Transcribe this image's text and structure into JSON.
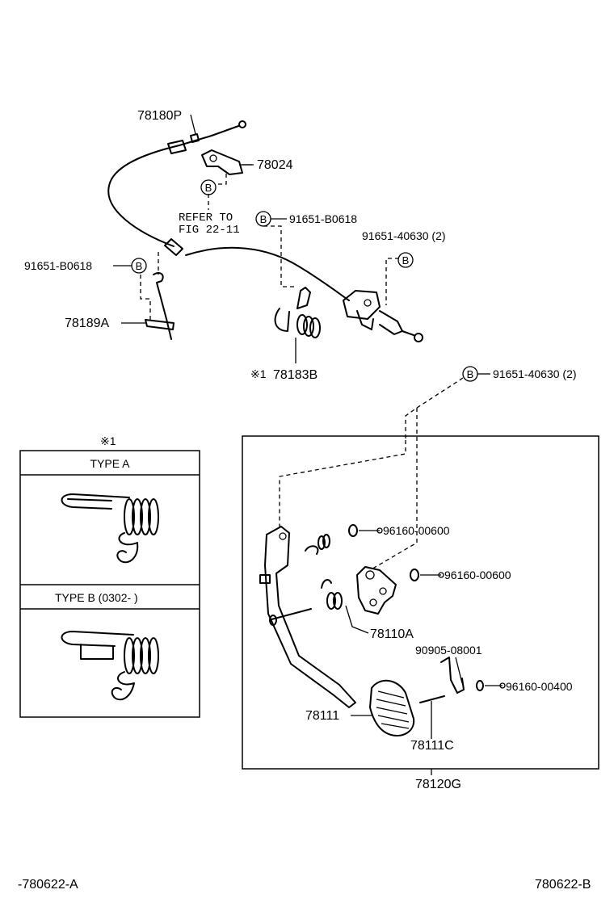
{
  "labels": {
    "cable": "78180P",
    "bracket": "78024",
    "refer_line1": "REFER TO",
    "refer_line2": "FIG 22-11",
    "clip_left": "91651-B0618",
    "clip_top": "91651-B0618",
    "bolt_upper": "91651-40630 (2)",
    "bolt_lower": "91651-40630 (2)",
    "clamp": "78189A",
    "spring": "78183B",
    "spring_mark": "※1",
    "bushing_1": "96160-00600",
    "bushing_2": "96160-00600",
    "arm_spring": "78110A",
    "pin_clip": "90905-08001",
    "washer": "96160-00400",
    "pad": "78111",
    "pin": "78111C",
    "assembly": "78120G",
    "footer_left": "-780622-A",
    "footer_right": "780622-B"
  },
  "callout_letter": "B",
  "inset": {
    "mark": "※1",
    "type_a": "TYPE A",
    "type_b": "TYPE B (0302-        )"
  }
}
